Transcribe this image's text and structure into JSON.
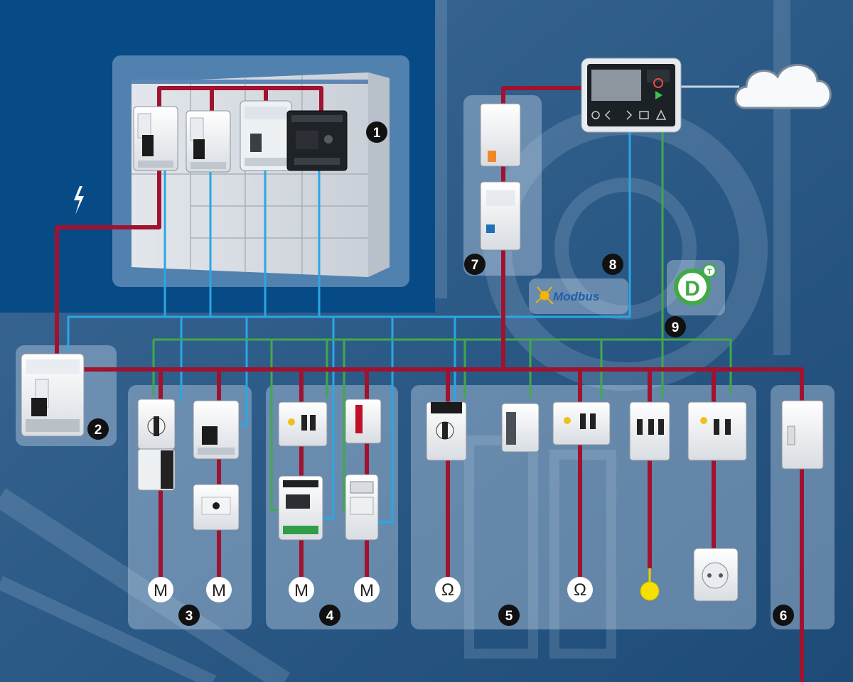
{
  "badges": {
    "b1": "1",
    "b2": "2",
    "b3": "3",
    "b4": "4",
    "b5": "5",
    "b6": "6",
    "b7": "7",
    "b8": "8",
    "b9": "9"
  },
  "loads": {
    "motor": "M",
    "resistor": "Ω"
  },
  "modbus_logo": "Modbus",
  "dt_logo": {
    "letter": "D",
    "superscript": "T"
  },
  "icons": {
    "lightning": "lightning-icon",
    "cloud": "cloud-icon",
    "hmi": "hmi-touch-panel",
    "sensor": "temperature-sensor",
    "socket": "power-socket"
  },
  "colors": {
    "power_line": "#a0122e",
    "modbus_line": "#2aa7e4",
    "dt_line": "#41a948",
    "panel": "rgba(200,220,240,0.35)",
    "background_dark": "#064a86",
    "badge_fill": "#111111"
  }
}
